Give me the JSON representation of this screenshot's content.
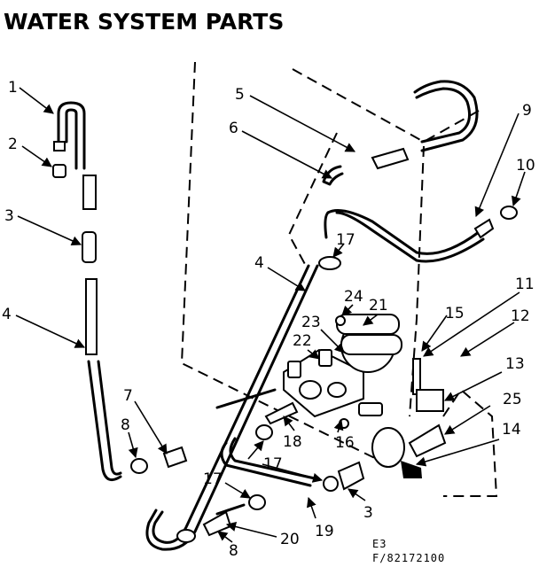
{
  "title": "WATER SYSTEM PARTS",
  "parts": {
    "p1": "1",
    "p2": "2",
    "p3a": "3",
    "p4a": "4",
    "p5": "5",
    "p6": "6",
    "p9": "9",
    "p10": "10",
    "p17a": "17",
    "p4b": "4",
    "p24": "24",
    "p21": "21",
    "p23": "23",
    "p22": "22",
    "p15": "15",
    "p11": "11",
    "p12": "12",
    "p13": "13",
    "p25": "25",
    "p14": "14",
    "p7": "7",
    "p8a": "8",
    "p18": "18",
    "p16": "16",
    "p17b": "17",
    "p17c": "17",
    "p3b": "3",
    "p19": "19",
    "p20": "20",
    "p8b": "8"
  },
  "footer": {
    "line1": "E3",
    "line2": "F/82172100"
  }
}
